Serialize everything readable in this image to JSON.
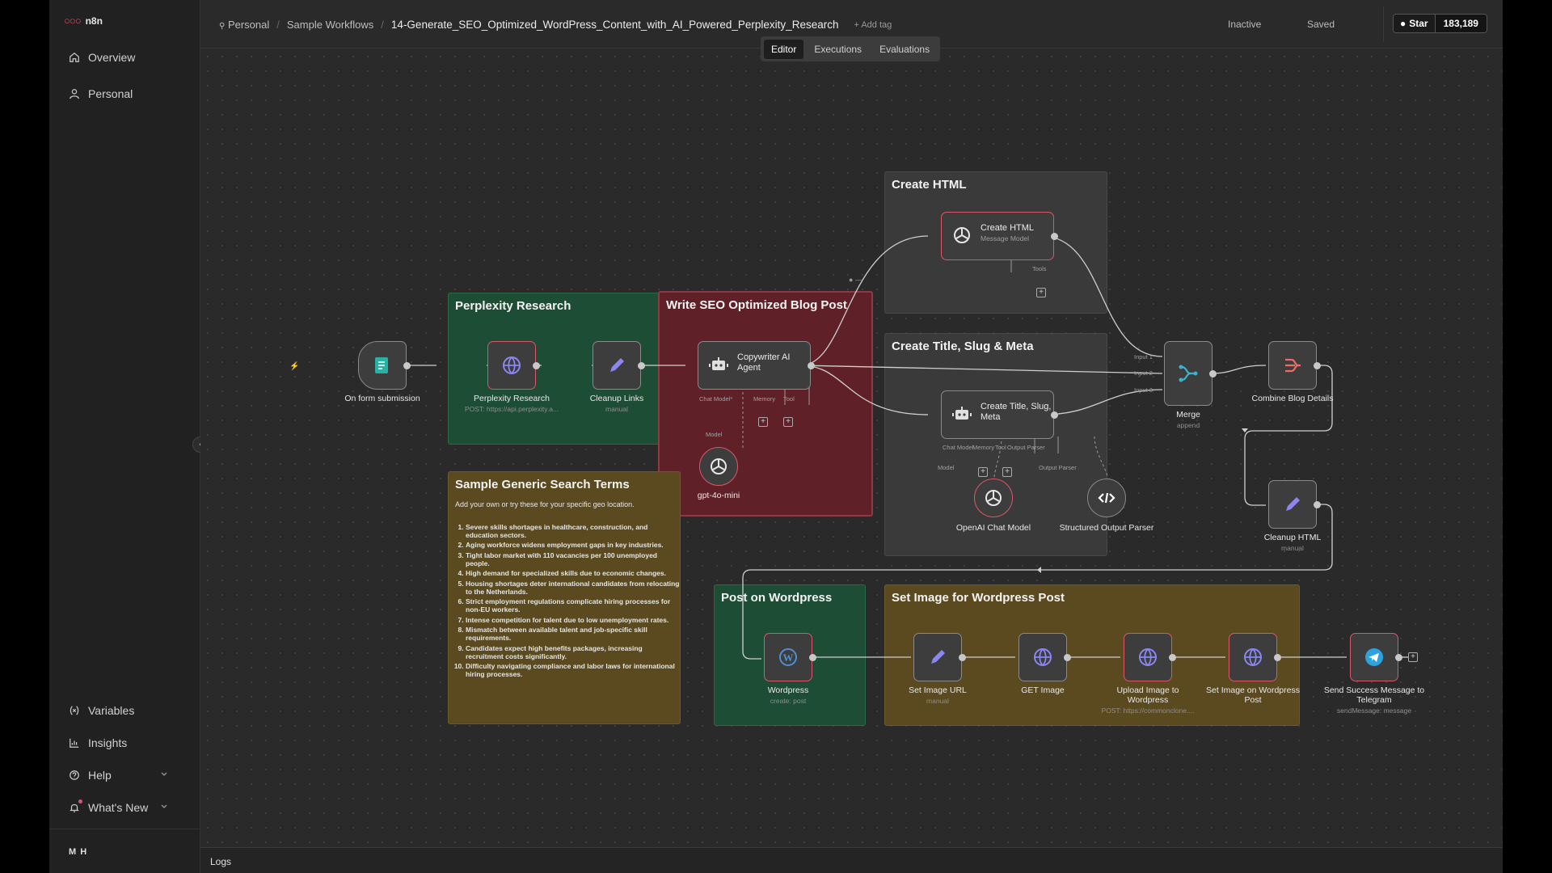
{
  "app": {
    "name": "n8n",
    "user_initials": "M H"
  },
  "sidebar": {
    "items_top": [
      {
        "label": "Overview",
        "icon": "home-icon"
      },
      {
        "label": "Personal",
        "icon": "user-icon"
      }
    ],
    "items_bottom": [
      {
        "label": "Variables",
        "icon": "variables-icon"
      },
      {
        "label": "Insights",
        "icon": "chart-icon"
      },
      {
        "label": "Help",
        "icon": "help-icon"
      },
      {
        "label": "What's New",
        "icon": "bell-icon"
      }
    ]
  },
  "header": {
    "breadcrumb": [
      "Personal",
      "Sample Workflows"
    ],
    "workflow_name": "14-Generate_SEO_Optimized_WordPress_Content_with_AI_Powered_Perplexity_Research",
    "add_tag": "+ Add tag",
    "status": "Inactive",
    "save_state": "Saved",
    "github_star": "Star",
    "github_count": "183,189"
  },
  "tabs": [
    "Editor",
    "Executions",
    "Evaluations"
  ],
  "active_tab": "Editor",
  "stickies": {
    "perplexity": "Perplexity Research",
    "seo": "Write SEO Optimized Blog Post",
    "html": "Create HTML",
    "title": "Create Title, Slug & Meta",
    "search": "Sample Generic Search Terms",
    "wordpress": "Post on Wordpress",
    "image": "Set Image for Wordpress Post"
  },
  "search_terms": {
    "intro": "Add your own or try these for your specific geo location.",
    "items": [
      "Severe skills shortages in healthcare, construction, and education sectors.",
      "Aging workforce widens employment gaps in key industries.",
      "Tight labor market with 110 vacancies per 100 unemployed people.",
      "High demand for specialized skills due to economic changes.",
      "Housing shortages deter international candidates from relocating to the Netherlands.",
      "Strict employment regulations complicate hiring processes for non-EU workers.",
      "Intense competition for talent due to low unemployment rates.",
      "Mismatch between available talent and job-specific skill requirements.",
      "Candidates expect high benefits packages, increasing recruitment costs significantly.",
      "Difficulty navigating compliance and labor laws for international hiring processes."
    ]
  },
  "nodes": {
    "form": {
      "label": "On form submission"
    },
    "perplexity": {
      "label": "Perplexity Research",
      "sub": "POST: https://api.perplexity.a..."
    },
    "cleanup_links": {
      "label": "Cleanup Links",
      "sub": "manual"
    },
    "copywriter": {
      "label": "Copywriter AI Agent",
      "ports": [
        "Chat Model*",
        "Memory",
        "Tool"
      ],
      "model_port": "Model"
    },
    "gpt": {
      "label": "gpt-4o-mini"
    },
    "create_html": {
      "label": "Create HTML",
      "sub": "Message Model",
      "port": "Tools"
    },
    "create_title": {
      "label": "Create Title, Slug, Meta",
      "ports": [
        "Chat Model",
        "Memory",
        "Tool",
        "Output Parser"
      ],
      "model_port": "Model",
      "parser_port": "Output Parser"
    },
    "openai_chat": {
      "label": "OpenAI Chat Model"
    },
    "structured": {
      "label": "Structured Output Parser"
    },
    "merge": {
      "label": "Merge",
      "sub": "append",
      "inputs": [
        "Input 1",
        "Input 2",
        "Input 3"
      ]
    },
    "combine": {
      "label": "Combine Blog Details"
    },
    "cleanup_html": {
      "label": "Cleanup HTML",
      "sub": "manual"
    },
    "wordpress": {
      "label": "Wordpress",
      "sub": "create: post"
    },
    "set_image_url": {
      "label": "Set Image URL",
      "sub": "manual"
    },
    "get_image": {
      "label": "GET Image"
    },
    "upload_image": {
      "label": "Upload Image to Wordpress",
      "sub": "POST: https://commonclone...."
    },
    "set_image_post": {
      "label": "Set Image on Wordpress Post"
    },
    "telegram": {
      "label": "Send Success Message to Telegram",
      "sub": "sendMessage: message"
    }
  },
  "logs": "Logs",
  "colors": {
    "sticky_green": "#1e4d35",
    "sticky_red": "#5f2127",
    "sticky_gray": "#3a3a3a",
    "sticky_yellow": "#5b4a1f",
    "accent": "#ea4b71",
    "node_red_border": "#d9576b"
  }
}
